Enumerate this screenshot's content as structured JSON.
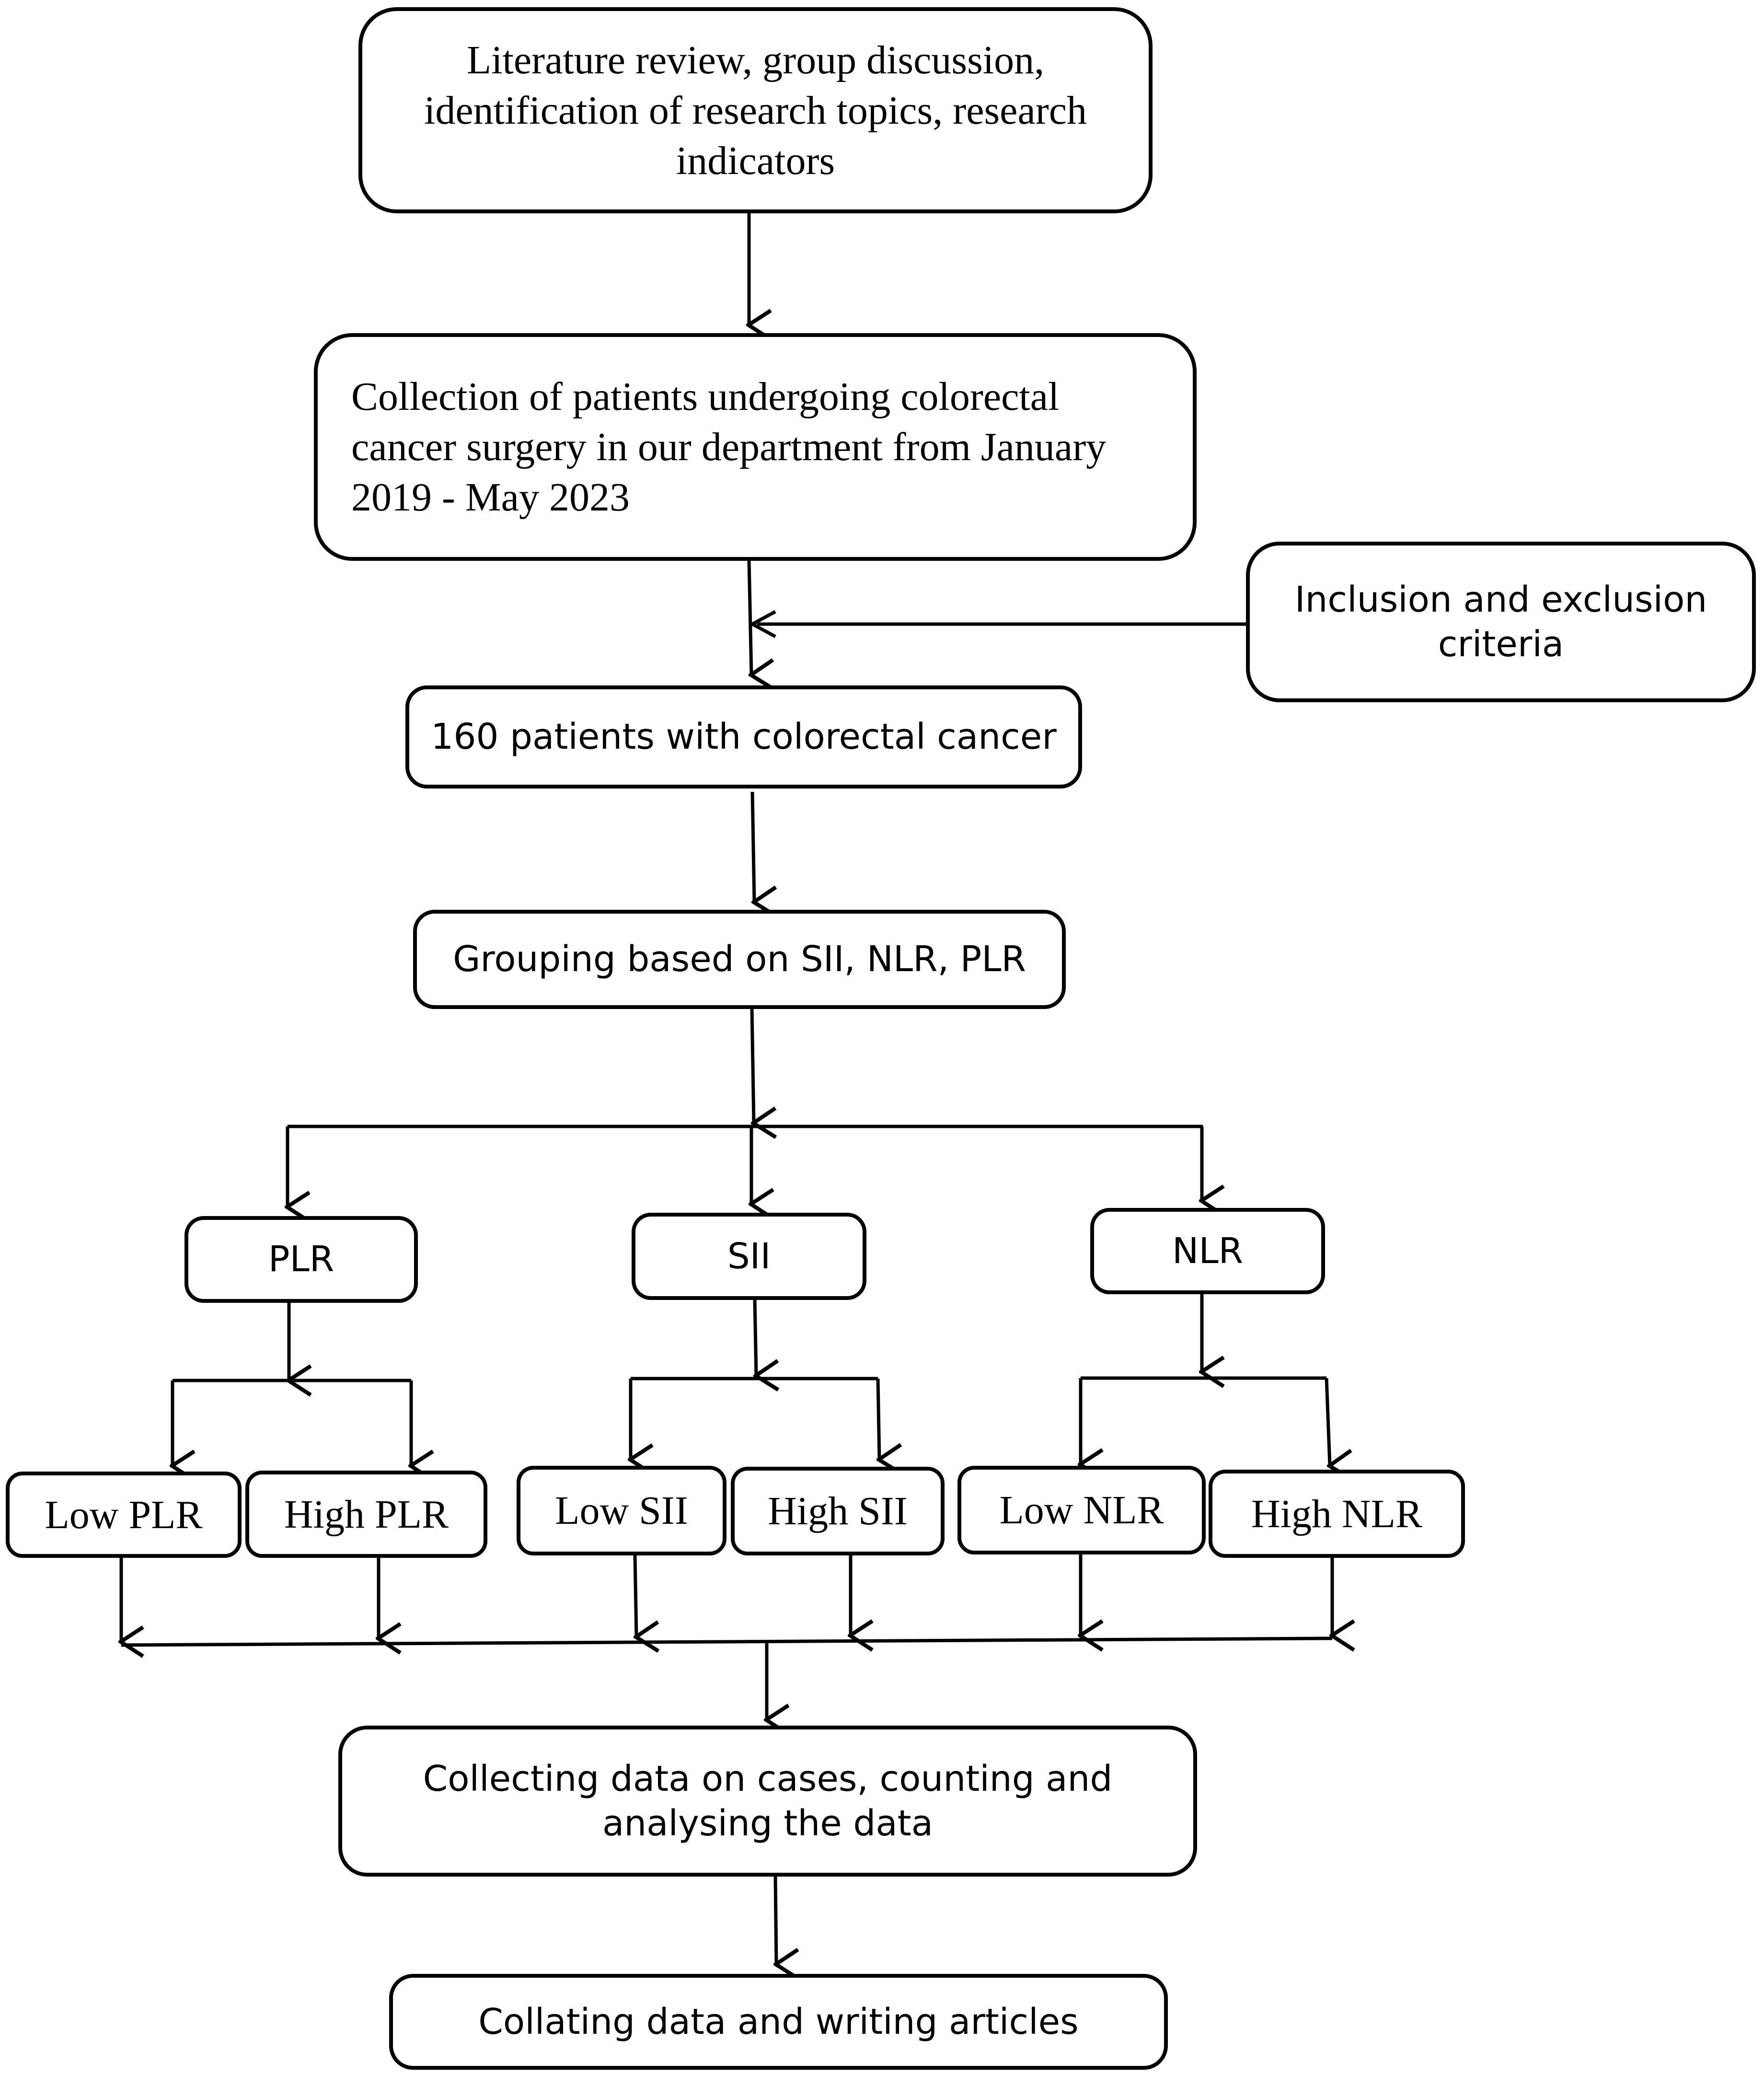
{
  "nodes": {
    "literature_review": "Literature review, group discussion, identification of research topics, research indicators",
    "collection": "Collection of patients undergoing colorectal cancer surgery in our department from January 2019 - May 2023",
    "inclusion": "Inclusion and exclusion criteria",
    "patients": "160 patients with colorectal cancer",
    "grouping": "Grouping based on SII, NLR, PLR",
    "plr": "PLR",
    "sii": "SII",
    "nlr": "NLR",
    "low_plr": "Low PLR",
    "high_plr": "High PLR",
    "low_sii": "Low SII",
    "high_sii": "High SII",
    "low_nlr": "Low NLR",
    "high_nlr": "High NLR",
    "collecting": "Collecting data on cases, counting and analysing the data",
    "collating": "Collating data and writing articles"
  }
}
